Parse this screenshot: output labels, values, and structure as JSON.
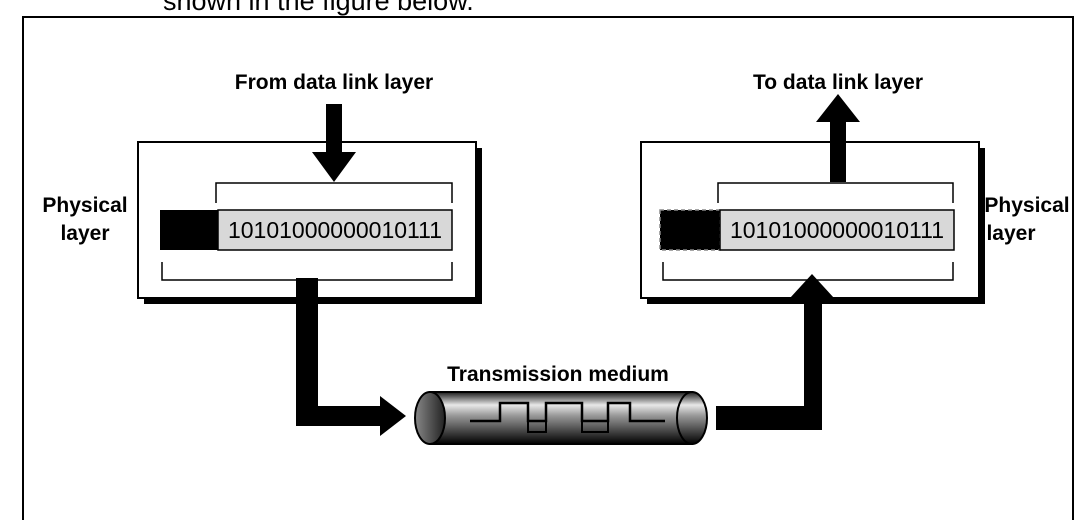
{
  "caption": {
    "text": "shown in the figure below."
  },
  "diagram": {
    "from_label": "From data link layer",
    "to_label": "To data link layer",
    "left_layer_line1": "Physical",
    "left_layer_line2": "layer",
    "right_layer_line1": "Physical",
    "right_layer_line2": "layer",
    "left_bits": "10101000000010111",
    "right_bits": "10101000000010111",
    "medium_label": "Transmission medium"
  }
}
